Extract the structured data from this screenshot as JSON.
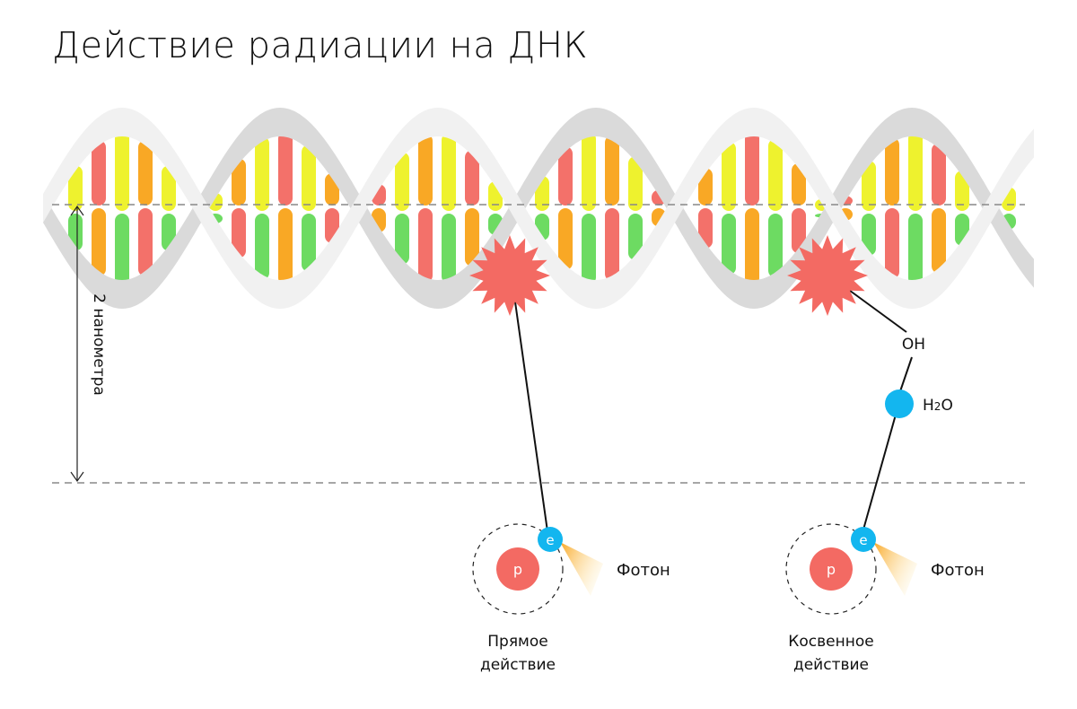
{
  "title": "Действие радиации на ДНК",
  "scale_label": "2 нанометра",
  "direct": {
    "proton": "p",
    "electron": "e",
    "photon": "Фотон",
    "caption_line1": "Прямое",
    "caption_line2": "действие"
  },
  "indirect": {
    "proton": "p",
    "electron": "e",
    "photon": "Фотон",
    "radical": "OH",
    "water_main": "H",
    "water_sub": "2",
    "water_end": "O",
    "caption_line1": "Косвенное",
    "caption_line2": "действие"
  },
  "colors": {
    "helix_back": "#dadada",
    "helix_front": "#f1f1f1",
    "base_orange": "#f9a825",
    "base_yellow": "#eef22e",
    "base_red": "#f3716a",
    "base_green": "#6ddb62",
    "damage": "#f36a63",
    "proton": "#f36a63",
    "electron": "#13b6ef",
    "water": "#13b6ef",
    "photon": "#f9b233",
    "guide_line": "#888888"
  }
}
